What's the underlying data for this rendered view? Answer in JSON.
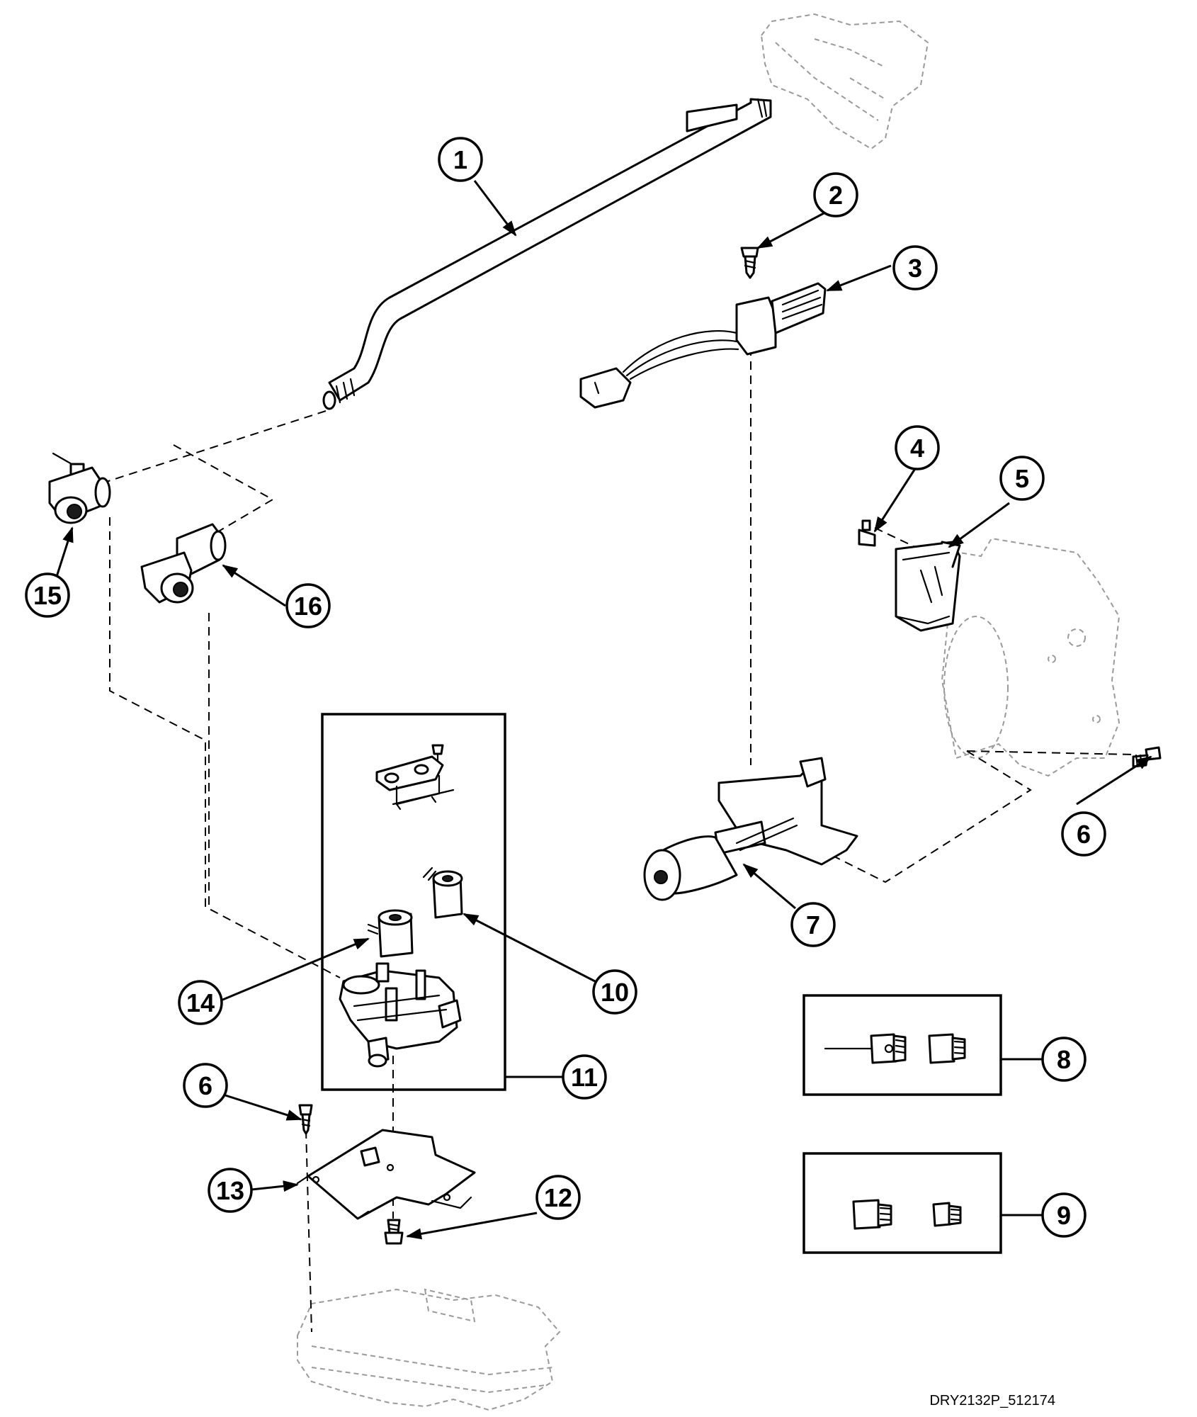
{
  "diagram": {
    "drawing_id": "DRY2132P_512174",
    "callouts": [
      {
        "key": "c1",
        "label": "1"
      },
      {
        "key": "c2",
        "label": "2"
      },
      {
        "key": "c3",
        "label": "3"
      },
      {
        "key": "c4",
        "label": "4"
      },
      {
        "key": "c5",
        "label": "5"
      },
      {
        "key": "c6a",
        "label": "6"
      },
      {
        "key": "c6b",
        "label": "6"
      },
      {
        "key": "c7",
        "label": "7"
      },
      {
        "key": "c8",
        "label": "8"
      },
      {
        "key": "c9",
        "label": "9"
      },
      {
        "key": "c10",
        "label": "10"
      },
      {
        "key": "c11",
        "label": "11"
      },
      {
        "key": "c12",
        "label": "12"
      },
      {
        "key": "c13",
        "label": "13"
      },
      {
        "key": "c14",
        "label": "14"
      },
      {
        "key": "c15",
        "label": "15"
      },
      {
        "key": "c16",
        "label": "16"
      }
    ],
    "colors": {
      "line": "#000000",
      "ghost": "#9a9a9a",
      "background": "#ffffff"
    }
  }
}
